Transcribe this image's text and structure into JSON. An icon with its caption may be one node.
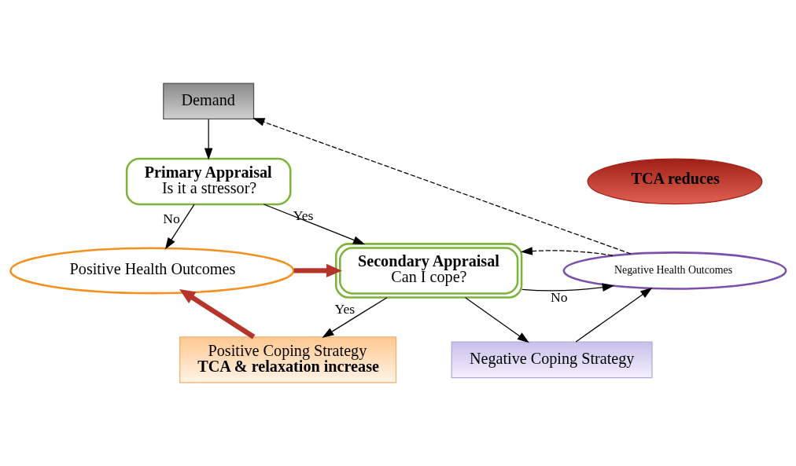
{
  "diagram": {
    "nodes": [
      {
        "text": [
          "Demand"
        ]
      },
      {
        "text": [
          "Primary Appraisal",
          "Is it a stressor?"
        ]
      },
      {
        "text": [
          "Positive Health Outcomes"
        ]
      },
      {
        "text": [
          "Secondary Appraisal",
          "Can I cope?"
        ]
      },
      {
        "text": [
          "TCA reduces"
        ]
      },
      {
        "text": [
          "Negative Health Outcomes"
        ]
      },
      {
        "text": [
          "Positive Coping Strategy",
          "TCA & relaxation increase"
        ]
      },
      {
        "text": [
          "Negative Coping Strategy"
        ]
      }
    ],
    "edges": [
      {
        "from": 0,
        "to": 1,
        "arrow": "to"
      },
      {
        "from": 1,
        "to": 2,
        "arrow": "to",
        "label": "No"
      },
      {
        "from": 1,
        "to": 3,
        "arrow": "to",
        "label": "Yes"
      },
      {
        "from": 2,
        "to": 3,
        "arrow": "to",
        "style": "thick",
        "color": "#b5352b"
      },
      {
        "from": 3,
        "to": 5,
        "arrow": "to",
        "label": "No"
      },
      {
        "from": 5,
        "to": 3,
        "arrow": "to",
        "style": "dashed"
      },
      {
        "from": 5,
        "to": 0,
        "arrow": "to",
        "style": "dashed"
      },
      {
        "from": 3,
        "to": 6,
        "arrow": "to",
        "label": "Yes"
      },
      {
        "from": 3,
        "to": 7,
        "arrow": "to"
      },
      {
        "from": 6,
        "to": 2,
        "arrow": "to",
        "style": "thick",
        "color": "#b5352b"
      },
      {
        "from": 7,
        "to": 5,
        "arrow": "to"
      }
    ]
  }
}
